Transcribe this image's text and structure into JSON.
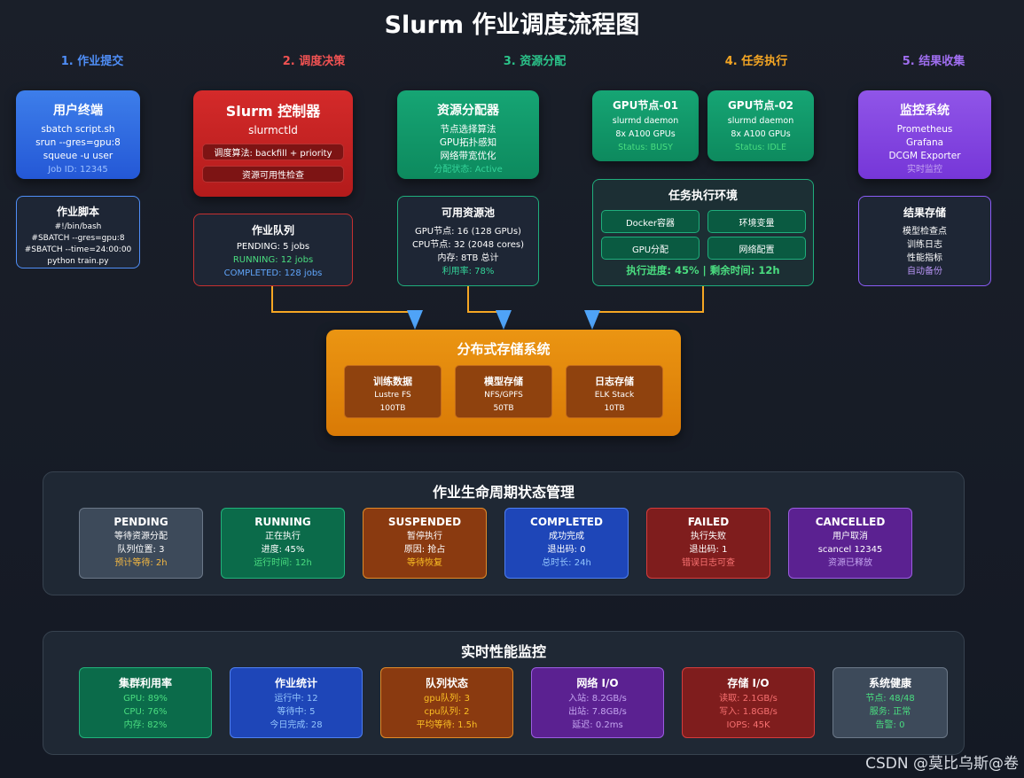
{
  "title": "Slurm 作业调度流程图",
  "stages": [
    "1. 作业提交",
    "2. 调度决策",
    "3. 资源分配",
    "4. 任务执行",
    "5. 结果收集"
  ],
  "user_terminal": {
    "title": "用户终端",
    "lines": [
      "sbatch script.sh",
      "srun --gres=gpu:8",
      "squeue -u user"
    ],
    "footer": "Job ID: 12345"
  },
  "job_script": {
    "title": "作业脚本",
    "lines": [
      "#!/bin/bash",
      "#SBATCH --gres=gpu:8",
      "#SBATCH --time=24:00:00",
      "python train.py"
    ]
  },
  "controller": {
    "title": "Slurm 控制器",
    "subtitle": "slurmctld",
    "pills": [
      "调度算法: backfill + priority",
      "资源可用性检查"
    ]
  },
  "job_queue": {
    "title": "作业队列",
    "lines": [
      "PENDING: 5 jobs",
      "RUNNING: 12 jobs",
      "COMPLETED: 128 jobs"
    ]
  },
  "allocator": {
    "title": "资源分配器",
    "lines": [
      "节点选择算法",
      "GPU拓扑感知",
      "网络带宽优化"
    ],
    "footer": "分配状态: Active"
  },
  "resource_pool": {
    "title": "可用资源池",
    "lines": [
      "GPU节点: 16 (128 GPUs)",
      "CPU节点: 32 (2048 cores)",
      "内存: 8TB 总计"
    ],
    "footer": "利用率: 78%"
  },
  "gpu_node_1": {
    "title": "GPU节点-01",
    "lines": [
      "slurmd daemon",
      "8x A100 GPUs"
    ],
    "footer": "Status: BUSY"
  },
  "gpu_node_2": {
    "title": "GPU节点-02",
    "lines": [
      "slurmd daemon",
      "8x A100 GPUs"
    ],
    "footer": "Status: IDLE"
  },
  "exec_env": {
    "title": "任务执行环境",
    "items": [
      "Docker容器",
      "环境变量",
      "GPU分配",
      "网络配置"
    ],
    "progress": "执行进度: 45% | 剩余时间: 12h"
  },
  "monitoring": {
    "title": "监控系统",
    "lines": [
      "Prometheus",
      "Grafana",
      "DCGM Exporter"
    ],
    "footer": "实时监控"
  },
  "result_storage": {
    "title": "结果存储",
    "lines": [
      "模型检查点",
      "训练日志",
      "性能指标"
    ],
    "footer": "自动备份"
  },
  "storage": {
    "title": "分布式存储系统",
    "items": [
      {
        "name": "训练数据",
        "fs": "Lustre FS",
        "size": "100TB"
      },
      {
        "name": "模型存储",
        "fs": "NFS/GPFS",
        "size": "50TB"
      },
      {
        "name": "日志存储",
        "fs": "ELK Stack",
        "size": "10TB"
      }
    ]
  },
  "lifecycle": {
    "title": "作业生命周期状态管理",
    "states": [
      {
        "name": "PENDING",
        "lines": [
          "等待资源分配",
          "队列位置: 3"
        ],
        "note": "预计等待: 2h",
        "bg": "#3d4a5a",
        "border": "#6b7888",
        "note_color": "#f5b942"
      },
      {
        "name": "RUNNING",
        "lines": [
          "正在执行",
          "进度: 45%"
        ],
        "note": "运行时间: 12h",
        "bg": "#0b6b4a",
        "border": "#21b27a",
        "note_color": "#4ade80"
      },
      {
        "name": "SUSPENDED",
        "lines": [
          "暂停执行",
          "原因: 抢占"
        ],
        "note": "等待恢复",
        "bg": "#8a3a10",
        "border": "#e08a28",
        "note_color": "#fbbf24"
      },
      {
        "name": "COMPLETED",
        "lines": [
          "成功完成",
          "退出码: 0"
        ],
        "note": "总时长: 24h",
        "bg": "#1e46b8",
        "border": "#4f7ff0",
        "note_color": "#93c5fd"
      },
      {
        "name": "FAILED",
        "lines": [
          "执行失败",
          "退出码: 1"
        ],
        "note": "错误日志可查",
        "bg": "#7f1d1d",
        "border": "#d43c3c",
        "note_color": "#f87171"
      },
      {
        "name": "CANCELLED",
        "lines": [
          "用户取消",
          "scancel 12345"
        ],
        "note": "资源已释放",
        "bg": "#5b2191",
        "border": "#9b5de0",
        "note_color": "#c4a5f0"
      }
    ]
  },
  "monitor_panel": {
    "title": "实时性能监控",
    "cards": [
      {
        "name": "集群利用率",
        "lines": [
          "GPU: 89%",
          "CPU: 76%",
          "内存: 82%"
        ],
        "bg": "#0b6b4a",
        "border": "#21b27a",
        "color": "#4ade80"
      },
      {
        "name": "作业统计",
        "lines": [
          "运行中: 12",
          "等待中: 5",
          "今日完成: 28"
        ],
        "bg": "#1e46b8",
        "border": "#4f7ff0",
        "color": "#93c5fd"
      },
      {
        "name": "队列状态",
        "lines": [
          "gpu队列: 3",
          "cpu队列: 2",
          "平均等待: 1.5h"
        ],
        "bg": "#8a3a10",
        "border": "#e08a28",
        "color": "#fbbf24"
      },
      {
        "name": "网络 I/O",
        "lines": [
          "入站: 8.2GB/s",
          "出站: 7.8GB/s",
          "延迟: 0.2ms"
        ],
        "bg": "#5b2191",
        "border": "#9b5de0",
        "color": "#c4a5f0"
      },
      {
        "name": "存储 I/O",
        "lines": [
          "读取: 2.1GB/s",
          "写入: 1.8GB/s",
          "IOPS: 45K"
        ],
        "bg": "#7f1d1d",
        "border": "#d43c3c",
        "color": "#f87171"
      },
      {
        "name": "系统健康",
        "lines": [
          "节点: 48/48",
          "服务: 正常",
          "告警: 0"
        ],
        "bg": "#3d4a5a",
        "border": "#6b7888",
        "color": "#4ade80"
      }
    ]
  },
  "watermark": "CSDN @莫比乌斯@卷"
}
